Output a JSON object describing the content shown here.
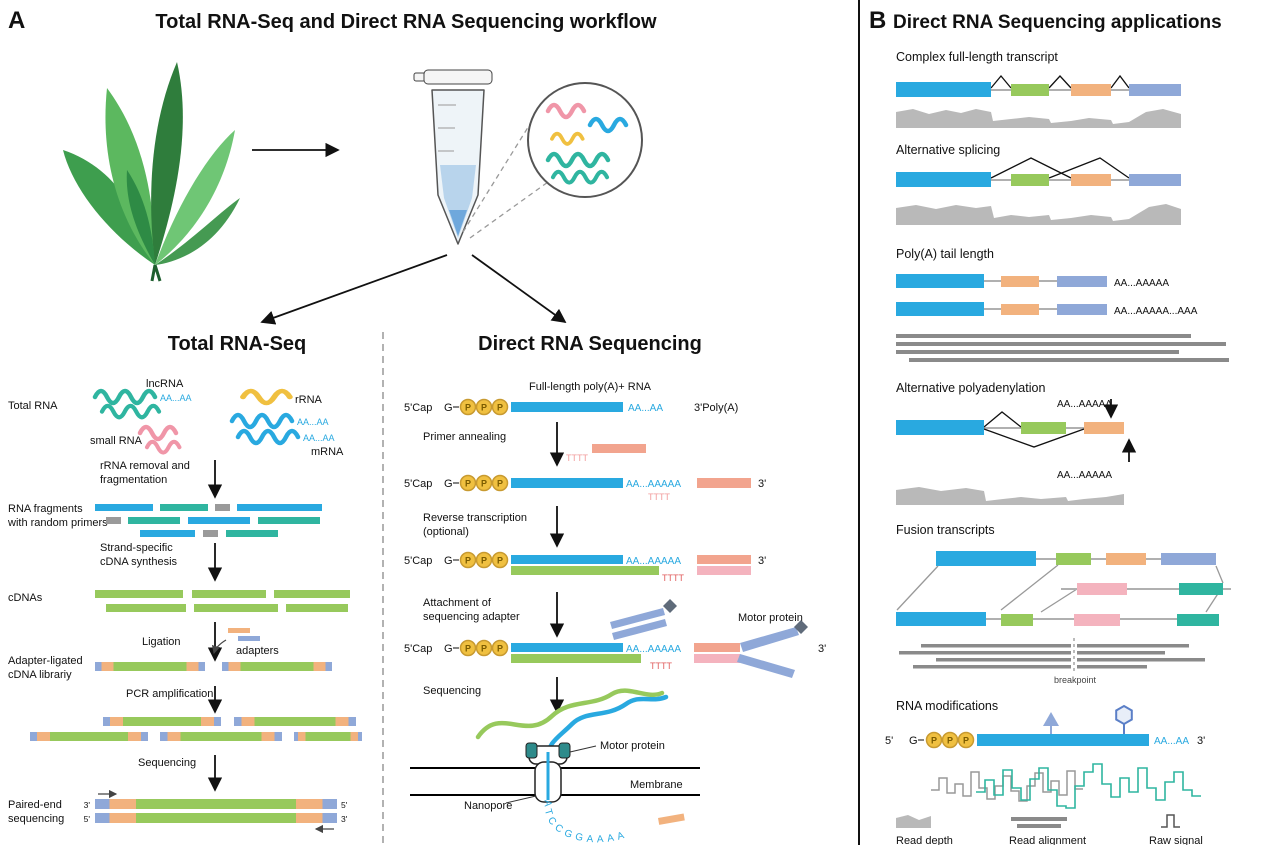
{
  "panelA": {
    "label": "A",
    "title": "Total RNA-Seq and Direct RNA Sequencing workflow",
    "left": {
      "title": "Total RNA-Seq",
      "totalRNA": "Total RNA",
      "lncRNA": "lncRNA",
      "smallRNA": "small RNA",
      "rRNA": "rRNA",
      "mRNA": "mRNA",
      "polyA": "AA...AA",
      "step1a": "rRNA removal and",
      "step1b": "fragmentation",
      "fragmentsA": "RNA fragments",
      "fragmentsB": "with random primers",
      "step2a": "Strand-specific",
      "step2b": "cDNA synthesis",
      "cDNAs": "cDNAs",
      "ligation": "Ligation",
      "adapters": "adapters",
      "libraryA": "Adapter-ligated",
      "libraryB": "cDNA librariy",
      "pcr": "PCR amplification",
      "sequencing": "Sequencing",
      "pairedA": "Paired-end",
      "pairedB": "sequencing",
      "p3": "3'",
      "p5": "5'"
    },
    "right": {
      "title": "Direct RNA Sequencing",
      "fullLength": "Full-length poly(A)+ RNA",
      "cap": "5'Cap",
      "G": "G",
      "P": "P",
      "polyAshort": "AA...AA",
      "polyA3": "3'Poly(A)",
      "polyAlong": "AA...AAAAA",
      "tttt": "TTTT",
      "p3": "3'",
      "primer": "Primer annealing",
      "rt1": "Reverse transcription",
      "rt2": "(optional)",
      "att1": "Attachment of",
      "att2": "sequencing adapter",
      "motor": "Motor protein",
      "sequencing": "Sequencing",
      "membrane": "Membrane",
      "nanopore": "Nanopore",
      "bases": "ATCCGGAAAA"
    }
  },
  "panelB": {
    "label": "B",
    "title": "Direct RNA Sequencing applications",
    "sections": {
      "complex": "Complex full-length transcript",
      "splicing": "Alternative splicing",
      "polyATail": "Poly(A) tail length",
      "apa": "Alternative polyadenylation",
      "fusion": "Fusion transcripts",
      "mods": "RNA modifications"
    },
    "polyAlong": "AA...AAAAA",
    "polyAlonger": "AA...AAAAA...AAA",
    "breakpoint": "breakpoint",
    "p5": "5'",
    "p3": "3'",
    "G": "G",
    "P": "P",
    "polyAshort": "AA...AA",
    "legend": {
      "depth": "Read depth",
      "alignment": "Read alignment",
      "signal": "Raw signal"
    }
  },
  "colors": {
    "blue": "#29A9E0",
    "teal": "#2FB5A0",
    "green": "#97C95C",
    "yellow": "#F0C040",
    "orange": "#F2B27E",
    "purple": "#8FA8D8",
    "pink": "#F096A8",
    "pinkbar": "#F4B3BE",
    "salmon": "#F2A48E"
  }
}
